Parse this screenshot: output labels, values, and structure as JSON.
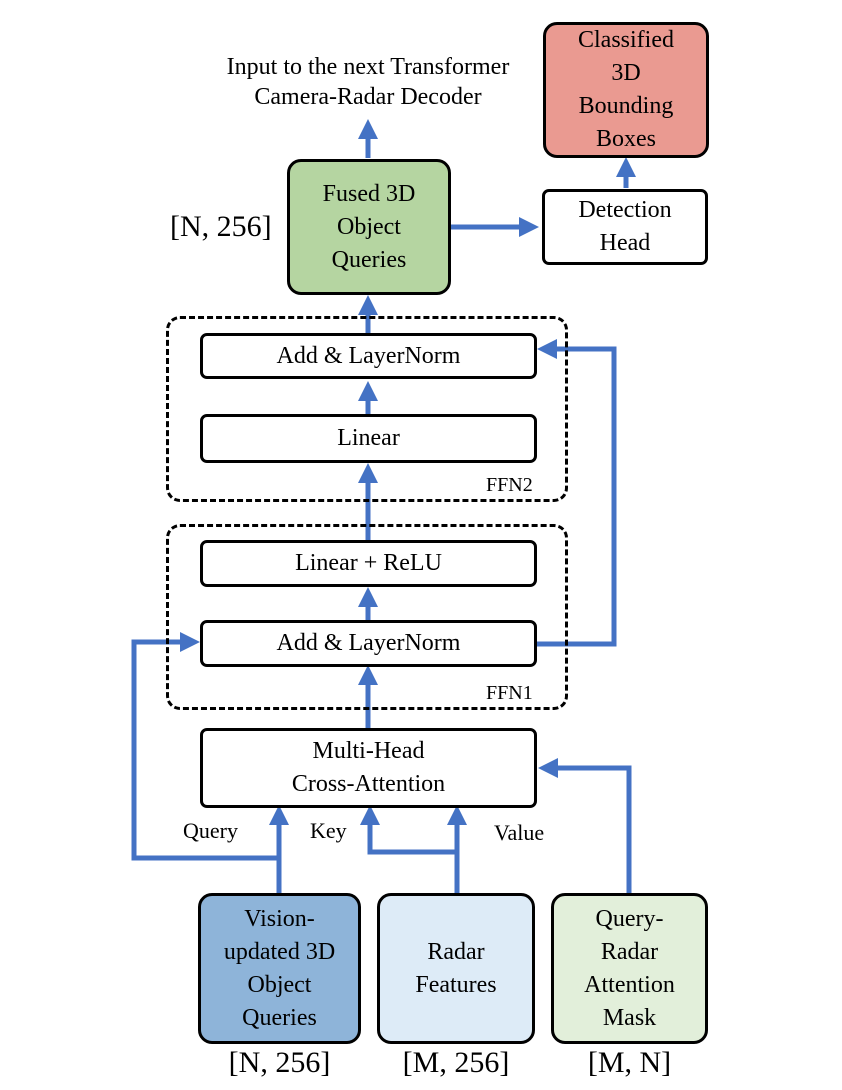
{
  "output_label": [
    "Input to the next Transformer",
    "Camera-Radar Decoder"
  ],
  "classified_box": [
    "Classified",
    "3D",
    "Bounding",
    "Boxes"
  ],
  "detection_head": [
    "Detection",
    "Head"
  ],
  "fused_queries": [
    "Fused 3D",
    "Object",
    "Queries"
  ],
  "fused_dim": "[N, 256]",
  "ffn2": {
    "add_norm": "Add & LayerNorm",
    "linear": "Linear",
    "label": "FFN2"
  },
  "ffn1": {
    "linear_relu": "Linear + ReLU",
    "add_norm": "Add & LayerNorm",
    "label": "FFN1"
  },
  "cross_attention": [
    "Multi-Head",
    "Cross-Attention"
  ],
  "input_labels": {
    "query": "Query",
    "key": "Key",
    "value": "Value"
  },
  "inputs": {
    "vision_queries": [
      "Vision-",
      "updated 3D",
      "Object",
      "Queries"
    ],
    "vision_dim": "[N, 256]",
    "radar_features": [
      "Radar",
      "Features"
    ],
    "radar_dim": "[M, 256]",
    "attention_mask": [
      "Query-",
      "Radar",
      "Attention",
      "Mask"
    ],
    "mask_dim": "[M, N]"
  },
  "colors": {
    "arrow": "#4472C4",
    "classified_fill": "#EA9A91",
    "fused_fill": "#B5D5A1",
    "vision_fill": "#8EB4D9",
    "radar_fill": "#DDEBF7",
    "mask_fill": "#E2EFDA"
  }
}
